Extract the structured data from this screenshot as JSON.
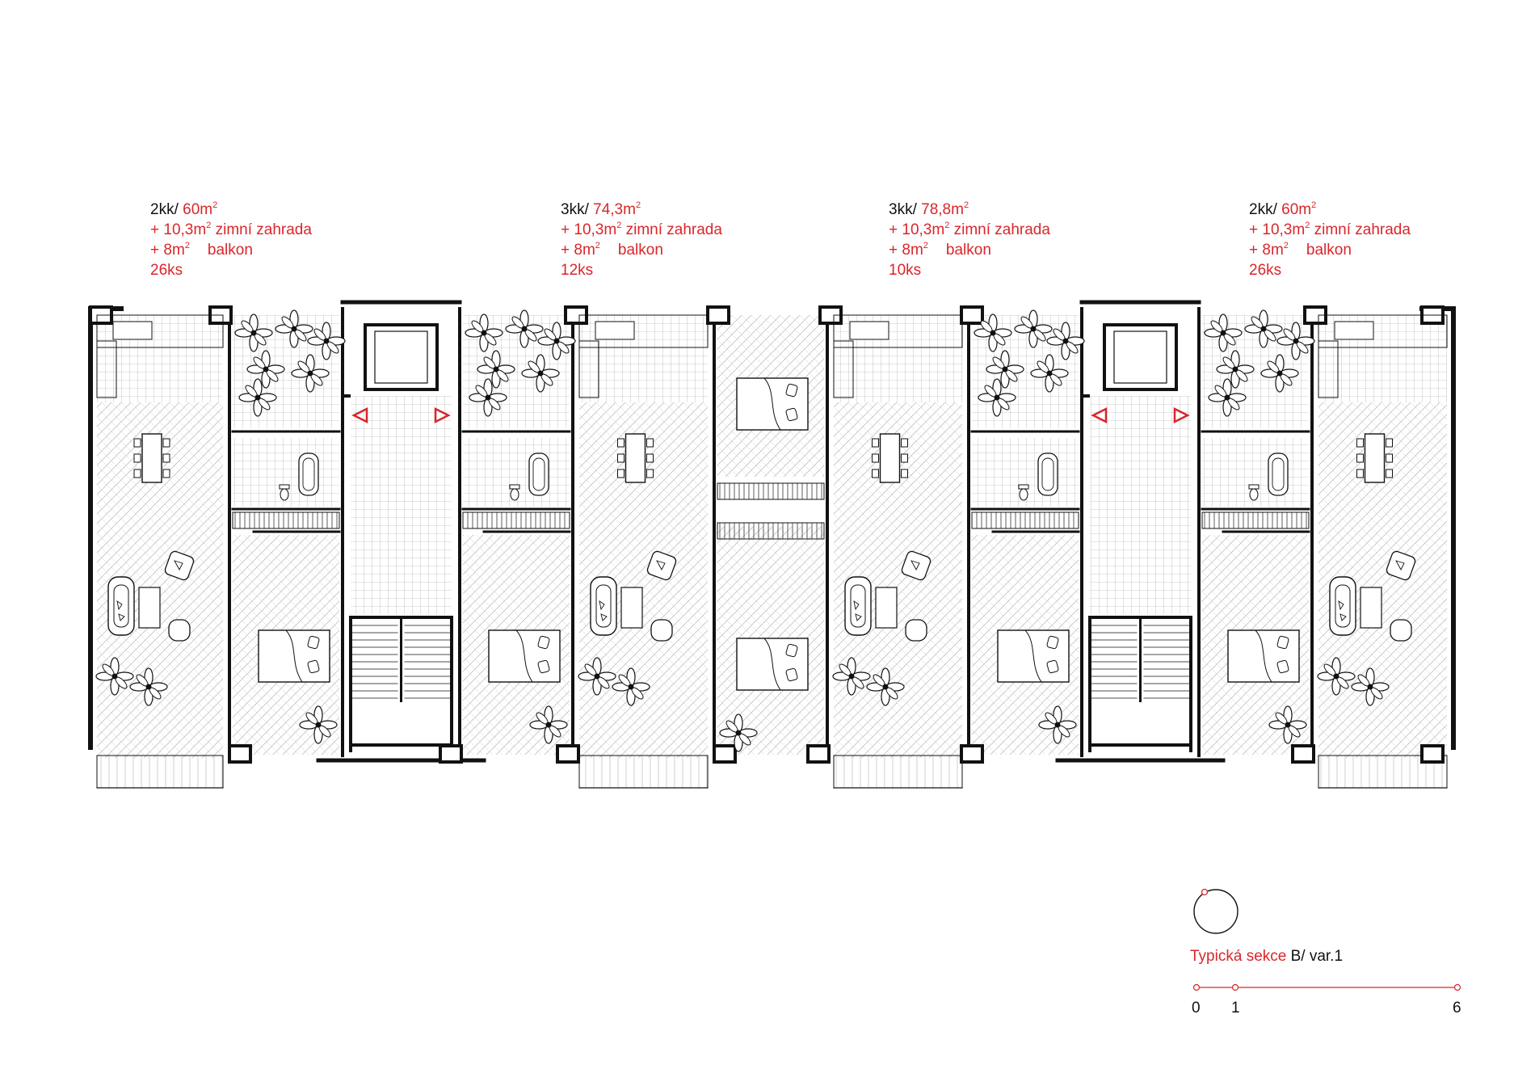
{
  "units": [
    {
      "type": "2kk/ ",
      "area": "60m",
      "garden_prefix": "+ 10,3m",
      "garden_label": " zimní zahrada",
      "balcony_prefix": "+ 8m",
      "balcony_label": "balkon",
      "count": "26ks"
    },
    {
      "type": "3kk/ ",
      "area": "74,3m",
      "garden_prefix": "+ 10,3m",
      "garden_label": " zimní zahrada",
      "balcony_prefix": "+ 8m",
      "balcony_label": "balkon",
      "count": "12ks"
    },
    {
      "type": "3kk/ ",
      "area": "78,8m",
      "garden_prefix": "+ 10,3m",
      "garden_label": " zimní zahrada",
      "balcony_prefix": "+ 8m",
      "balcony_label": "balkon",
      "count": "10ks"
    },
    {
      "type": "2kk/ ",
      "area": "60m",
      "garden_prefix": "+ 10,3m",
      "garden_label": " zimní zahrada",
      "balcony_prefix": "+ 8m",
      "balcony_label": "balkon",
      "count": "26ks"
    }
  ],
  "squared": "2",
  "legend": {
    "title_red": "Typická sekce ",
    "title_black": "B/ var.1",
    "scale_ticks": [
      "0",
      "1",
      "6"
    ]
  },
  "colors": {
    "accent": "#d9262b",
    "wall": "#111111",
    "tile": "#9a9a9a"
  }
}
